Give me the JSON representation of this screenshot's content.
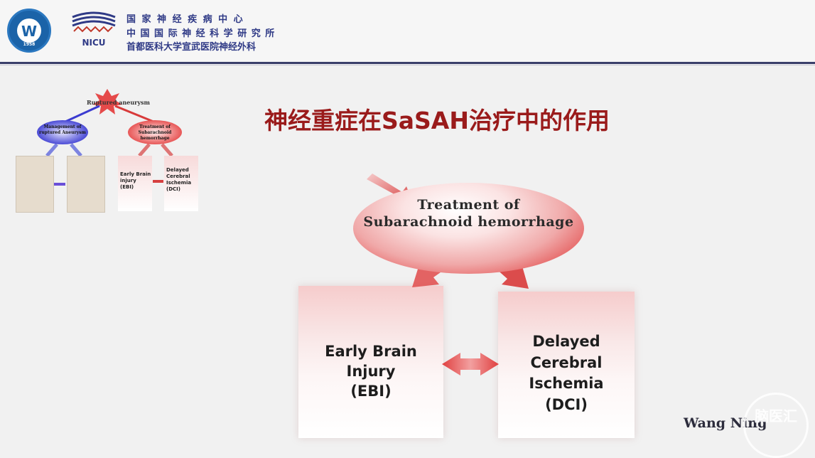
{
  "header": {
    "seal_year": "1958",
    "nicu_label": "NICU",
    "institution_lines": [
      "国 家 神 经 疾 病 中 心",
      "中 国 国 际 神 经 科 学 研 究 所",
      "首都医科大学宣武医院神经外科"
    ]
  },
  "slide": {
    "title": "神经重症在SaSAH治疗中的作用",
    "author": "Wang Ning",
    "watermark": "脑医汇"
  },
  "thumbnail": {
    "root": "Ruptured aneurysm",
    "left_node": [
      "Management of",
      "ruptured Aneurysm"
    ],
    "right_node": [
      "Treatment of",
      "Subarachnoid hemorrhage"
    ],
    "ebi_box": [
      "Early Brain",
      "injury",
      "(EBI)"
    ],
    "dci_box": [
      "Delayed",
      "Cerebral",
      "Ischemia",
      "(DCI)"
    ]
  },
  "diagram": {
    "top_node": [
      "Treatment of",
      "Subarachnoid hemorrhage"
    ],
    "left_box": [
      "Early Brain",
      "Injury",
      "(EBI)"
    ],
    "right_box": [
      "Delayed",
      "Cerebral",
      "Ischemia",
      "(DCI)"
    ]
  },
  "colors": {
    "title_red": "#9a1b1b",
    "header_blue": "#2f3a86",
    "arrow_red": "#d42a2a"
  }
}
